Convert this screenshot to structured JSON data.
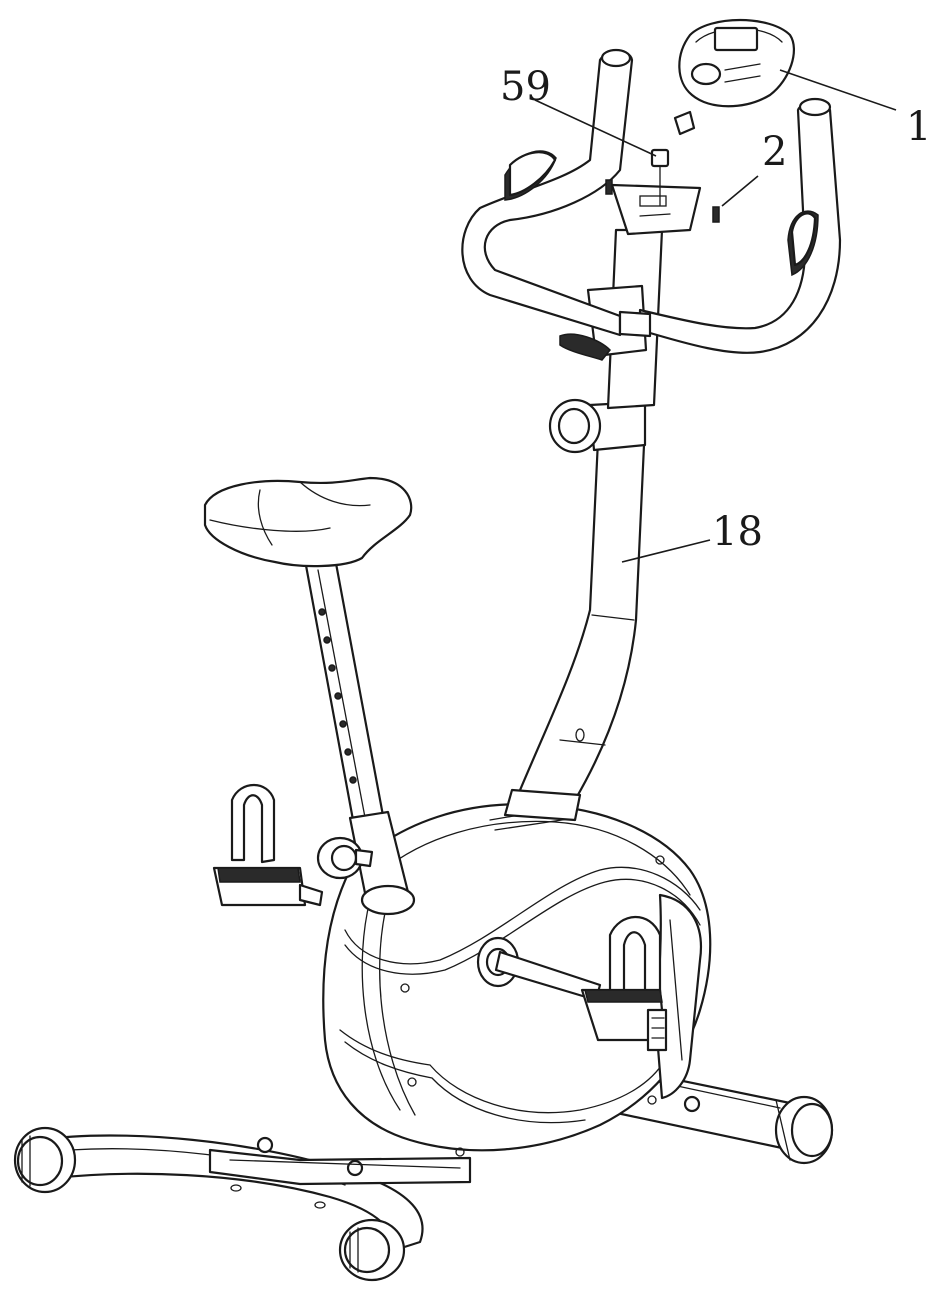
{
  "callouts": {
    "c59": "59",
    "c1": "1",
    "c2": "2",
    "c18": "18"
  },
  "colors": {
    "line": "#1a1a1a",
    "background": "#ffffff"
  }
}
